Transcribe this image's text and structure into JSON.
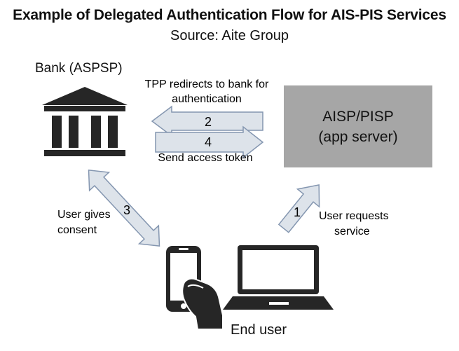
{
  "title": "Example of Delegated Authentication Flow for AIS-PIS Services",
  "subtitle": "Source: Aite Group",
  "nodes": {
    "bank": {
      "label": "Bank (ASPSP)",
      "icon": "bank-building-icon"
    },
    "server": {
      "line1": "AISP/PISP",
      "line2": "(app server)",
      "fill": "#a6a6a6"
    },
    "end_user": {
      "label": "End user",
      "icons": [
        "smartphone-hand-icon",
        "laptop-icon"
      ]
    }
  },
  "steps": [
    {
      "number": "1",
      "label_lines": [
        "User requests",
        "service"
      ]
    },
    {
      "number": "2",
      "label_lines": [
        "TPP redirects to bank for",
        "authentication"
      ]
    },
    {
      "number": "3",
      "label_lines": [
        "User gives",
        "consent"
      ]
    },
    {
      "number": "4",
      "label_lines": [
        "Send access token"
      ]
    }
  ],
  "colors": {
    "arrow_fill": "#dde3ea",
    "arrow_stroke": "#8496b0",
    "icon": "#262626"
  }
}
